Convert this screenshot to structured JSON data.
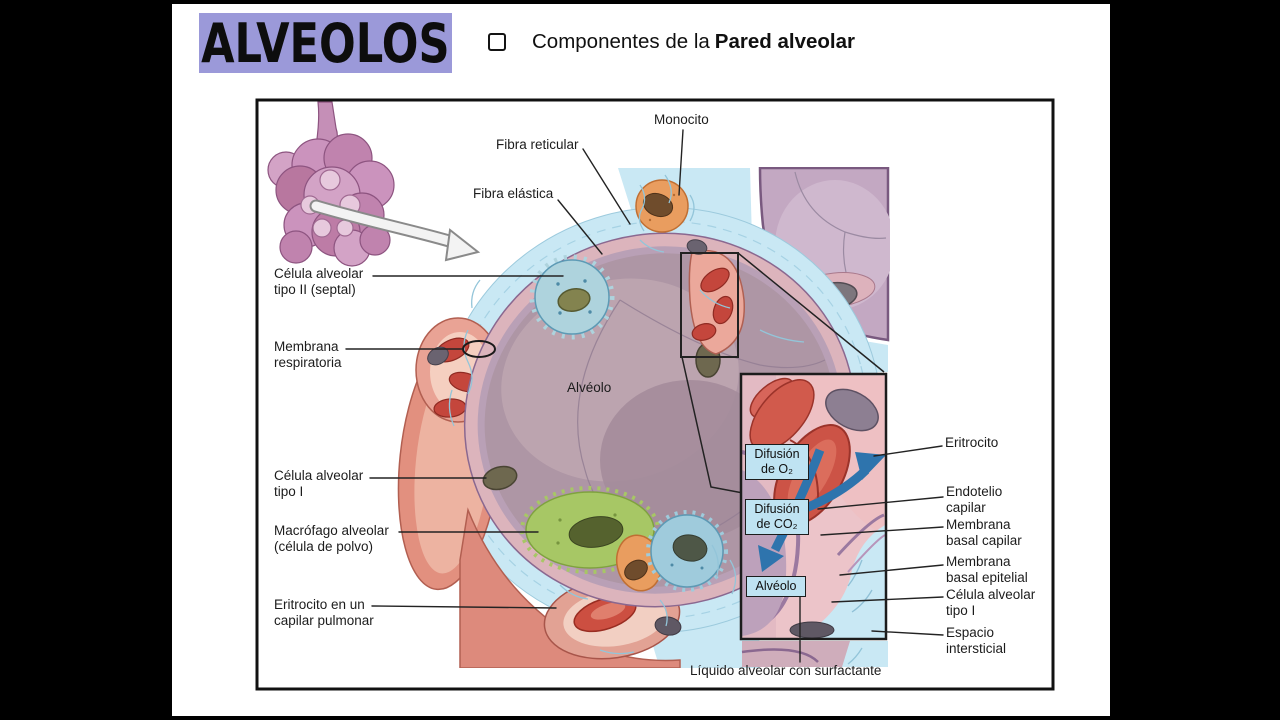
{
  "slide": {
    "title": "ALVEOLOS",
    "bullet": {
      "icon": "hollow-square",
      "text": "Componentes de la",
      "text_bold": "Pared alveolar"
    }
  },
  "figure": {
    "labels": {
      "monocito": "Monocito",
      "fibra_reticular": "Fibra reticular",
      "fibra_elastica": "Fibra elástica",
      "celula_alveolar_tipo2": "Célula alveolar\ntipo II (septal)",
      "membrana_respiratoria": "Membrana\nrespiratoria",
      "alveolo": "Alvéolo",
      "celula_alveolar_tipo1": "Célula alveolar\ntipo I",
      "macrofago_alveolar": "Macrófago alveolar\n(célula de polvo)",
      "eritrocito_capilar": "Eritrocito en un\ncapilar pulmonar",
      "liquido_alveolar": "Líquido alveolar con surfactante",
      "eritrocito": "Eritrocito",
      "endotelio_capilar": "Endotelio\ncapilar",
      "membrana_basal_capilar": "Membrana\nbasal capilar",
      "membrana_basal_epitelial": "Membrana\nbasal epitelial",
      "celula_alveolar_tipo1_inset": "Célula alveolar\ntipo I",
      "espacio_intersticial": "Espacio\nintersticial"
    },
    "inset_boxes": {
      "difusion_o2": "Difusión\nde O₂",
      "difusion_co2": "Difusión\nde CO₂",
      "alveolo": "Alvéolo"
    },
    "colors": {
      "title_bg": "#9b99d9",
      "interstitial_blue": "#c9e8f4",
      "alveolus_mauve": "#ae96a5",
      "wall_pink": "#dcb4bc",
      "rim_purple": "#8a6890",
      "erythrocyte_red": "#c4463c",
      "capillary_salmon": "#e2a294",
      "monocyte_orange": "#e99d5f",
      "macrophage_green": "#a7c765",
      "type2_cell_blue": "#aed3dd",
      "diffusion_arrow_blue": "#2e74ad",
      "inset_label_bg": "#bfe3f2"
    }
  }
}
